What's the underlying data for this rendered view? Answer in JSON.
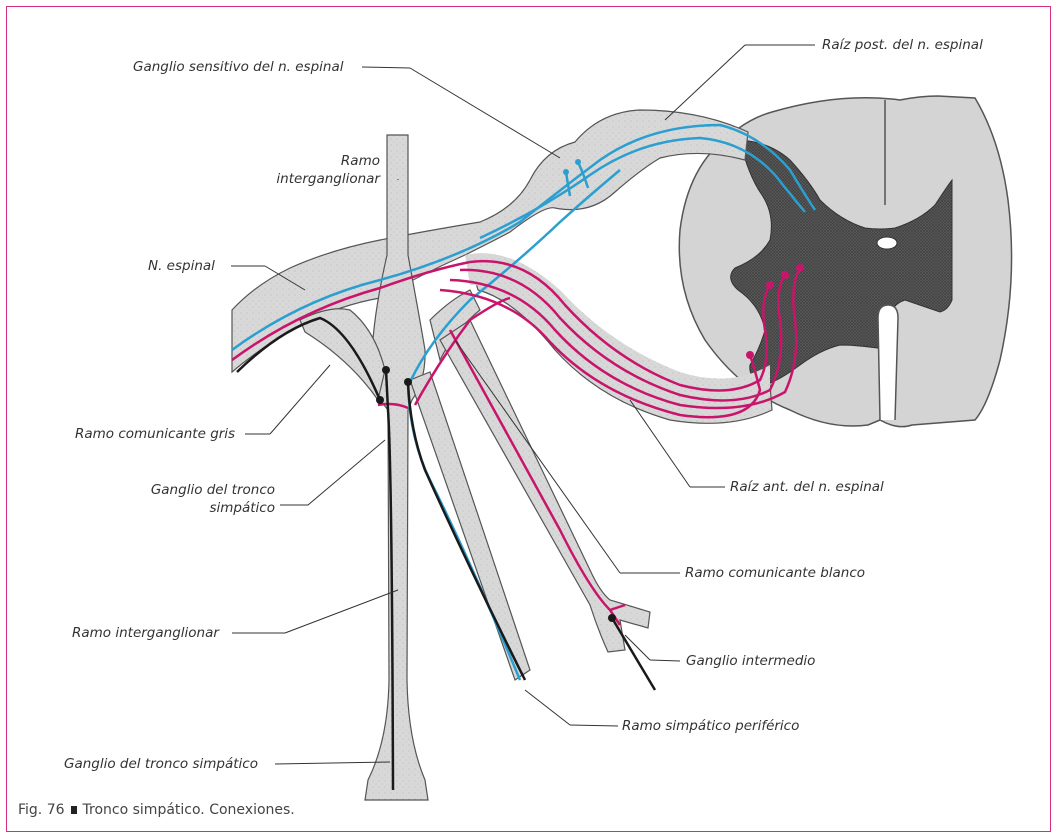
{
  "labels": {
    "ganglio_sensitivo": "Ganglio sensitivo del n. espinal",
    "raiz_post": "Raíz post. del n. espinal",
    "ramo_interganglionar_top_1": "Ramo",
    "ramo_interganglionar_top_2": "interganglionar",
    "n_espinal": "N. espinal",
    "ramo_comunicante_gris": "Ramo comunicante gris",
    "ganglio_tronco_1": "Ganglio del tronco",
    "ganglio_tronco_2": "simpático",
    "raiz_ant": "Raíz ant. del n. espinal",
    "ramo_comunicante_blanco": "Ramo comunicante blanco",
    "ramo_interganglionar_bottom": "Ramo interganglionar",
    "ganglio_intermedio": "Ganglio intermedio",
    "ramo_simpatico_periferico": "Ramo simpático periférico",
    "ganglio_tronco_bottom": "Ganglio del tronco simpático"
  },
  "caption": {
    "figure_number": "Fig. 76",
    "text": "Tronco simpático. Conexiones."
  },
  "colors": {
    "frame": "#d62f82",
    "sensory_fiber": "#2b9fd0",
    "motor_fiber": "#c8156b",
    "postganglionic_fiber": "#1a1a1a",
    "nerve_fill": "#d6d6d6",
    "gray_matter": "#555555",
    "white_matter": "#d2d2d2"
  }
}
